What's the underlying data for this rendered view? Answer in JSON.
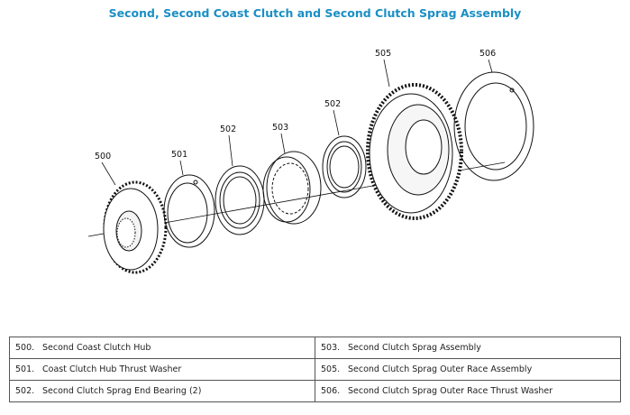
{
  "title": "Second, Second Coast Clutch and Second Clutch Sprag Assembly",
  "callouts": [
    "500",
    "501",
    "502",
    "503",
    "502",
    "505",
    "506"
  ],
  "legend": [
    [
      {
        "num": "500.",
        "desc": "Second Coast Clutch Hub"
      },
      {
        "num": "503.",
        "desc": "Second Clutch Sprag Assembly"
      }
    ],
    [
      {
        "num": "501.",
        "desc": "Coast Clutch Hub Thrust Washer"
      },
      {
        "num": "505.",
        "desc": "Second Clutch Sprag Outer Race Assembly"
      }
    ],
    [
      {
        "num": "502.",
        "desc": "Second Clutch Sprag End Bearing (2)"
      },
      {
        "num": "506.",
        "desc": "Second Clutch Sprag Outer Race Thrust Washer"
      }
    ]
  ]
}
